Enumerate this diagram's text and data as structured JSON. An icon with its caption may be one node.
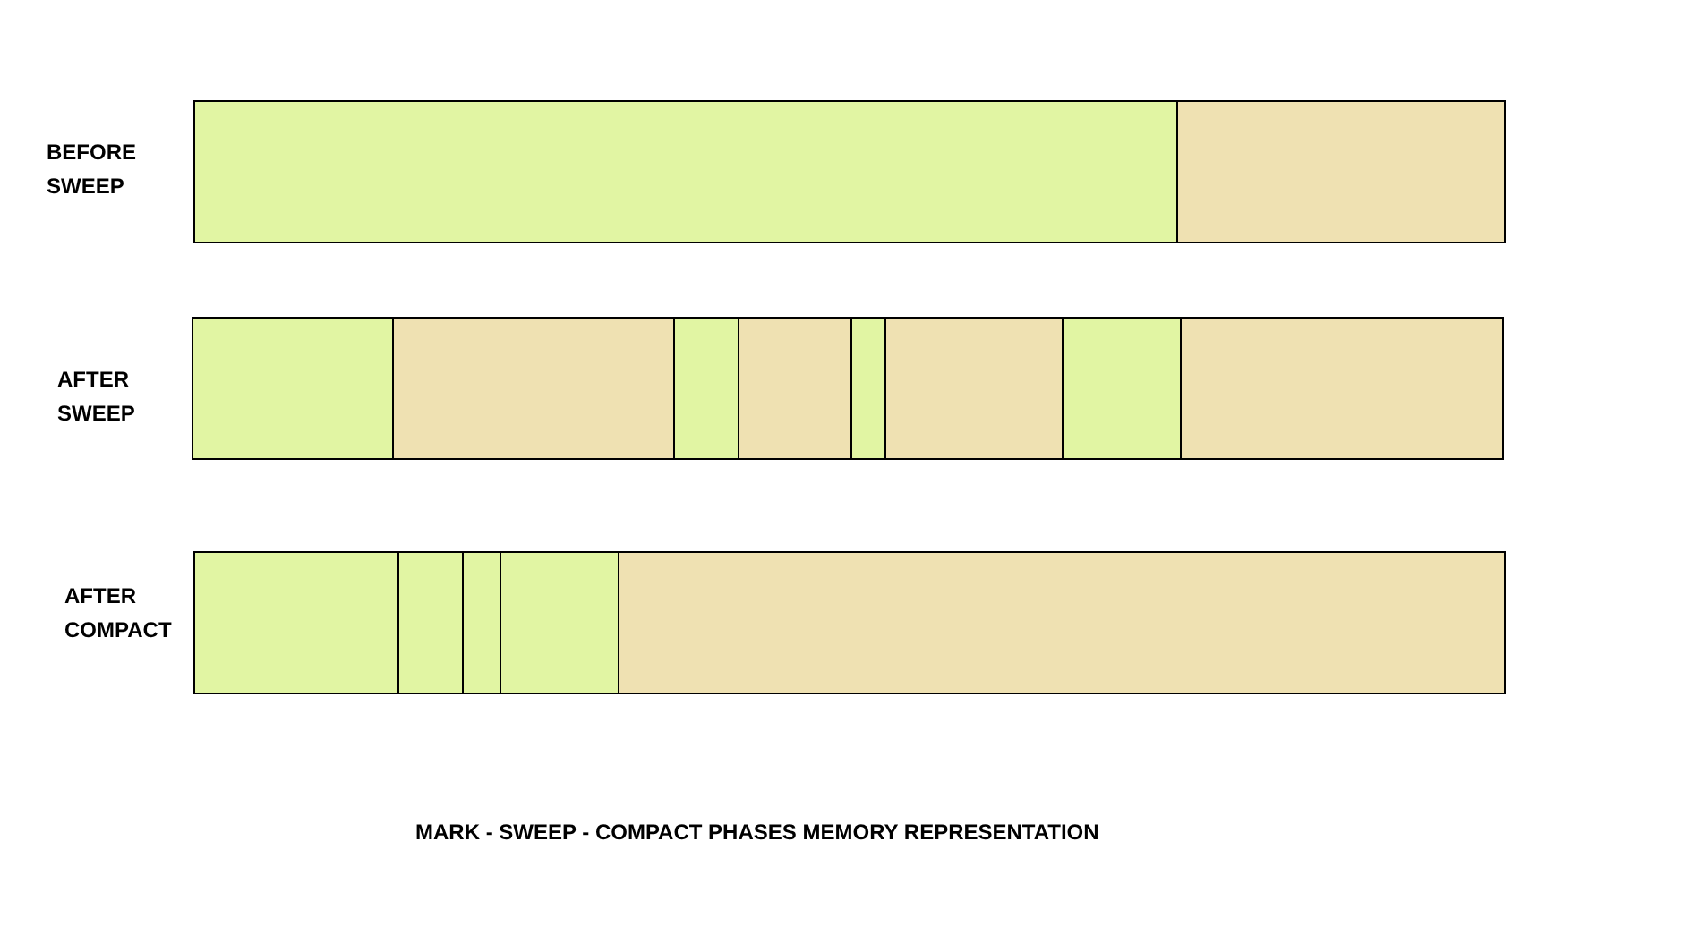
{
  "diagram": {
    "caption": "MARK - SWEEP - COMPACT PHASES MEMORY REPRESENTATION",
    "nodes": [
      {
        "text": [],
        "shape": "bar",
        "beside": [
          "BEFORE SWEEP"
        ]
      },
      {
        "text": [],
        "shape": "box",
        "in": 0
      },
      {
        "text": [],
        "shape": "box",
        "in": 0
      },
      {
        "text": [],
        "shape": "bar",
        "beside": [
          "AFTER SWEEP"
        ]
      },
      {
        "text": [],
        "shape": "box",
        "in": 3
      },
      {
        "text": [],
        "shape": "box",
        "in": 3
      },
      {
        "text": [],
        "shape": "box",
        "in": 3
      },
      {
        "text": [],
        "shape": "box",
        "in": 3
      },
      {
        "text": [],
        "shape": "box",
        "in": 3
      },
      {
        "text": [],
        "shape": "box",
        "in": 3
      },
      {
        "text": [],
        "shape": "box",
        "in": 3
      },
      {
        "text": [],
        "shape": "box",
        "in": 3
      },
      {
        "text": [],
        "shape": "bar",
        "beside": [
          "AFTER COMPACT"
        ]
      },
      {
        "text": [],
        "shape": "box",
        "in": 12
      },
      {
        "text": [],
        "shape": "box",
        "in": 12
      },
      {
        "text": [],
        "shape": "box",
        "in": 12
      },
      {
        "text": [],
        "shape": "box",
        "in": 12
      },
      {
        "text": [],
        "shape": "box",
        "in": 12
      }
    ]
  }
}
